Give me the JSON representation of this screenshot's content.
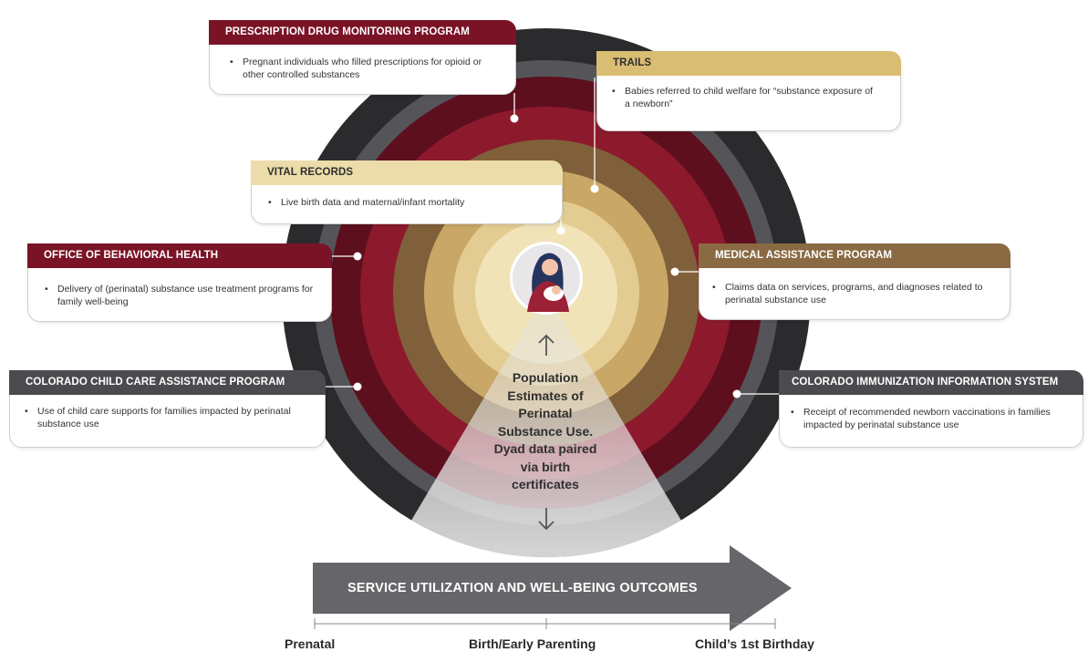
{
  "colors": {
    "ring_outer_dark": "#2b2b2e",
    "ring_gray": "#555559",
    "ring_maroon_dark": "#5e0f1e",
    "ring_red": "#8c1a2c",
    "ring_brown": "#80603a",
    "ring_tan": "#c9a766",
    "ring_light_tan": "#e3cc91",
    "ring_cream": "#f1e3b8",
    "header_dark_red": "#7a1326",
    "header_gray": "#4b4b4f",
    "header_tan": "#d9bd73",
    "header_brown": "#8a6a42",
    "header_light_tan": "#ecdcaa",
    "arrow_gray": "#66666a"
  },
  "cards": {
    "pdmp": {
      "title": "PRESCRIPTION DRUG MONITORING PROGRAM",
      "bullet": "Pregnant individuals who filled prescriptions for opioid or other controlled substances"
    },
    "trails": {
      "title": "TRAILS",
      "bullet": "Babies referred to child welfare for “substance exposure of a newborn”"
    },
    "vital": {
      "title": "VITAL RECORDS",
      "bullet": "Live birth data and maternal/infant mortality"
    },
    "obh": {
      "title": "OFFICE OF BEHAVIORAL HEALTH",
      "bullet": "Delivery of (perinatal) substance use treatment programs for family well-being"
    },
    "map": {
      "title": "MEDICAL ASSISTANCE PROGRAM",
      "bullet": "Claims data on services, programs, and diagnoses related to perinatal substance use"
    },
    "cccap": {
      "title": "COLORADO CHILD CARE ASSISTANCE PROGRAM",
      "bullet": "Use of child care supports for families impacted by perinatal substance use"
    },
    "ciis": {
      "title": "COLORADO IMMUNIZATION INFORMATION SYSTEM",
      "bullet": "Receipt of recommended newborn vaccinations in families impacted by perinatal substance use"
    }
  },
  "center": {
    "text": "Population Estimates of Perinatal Substance Use. Dyad data paired via birth certificates",
    "icon": "mother-with-infant-icon"
  },
  "outcome_arrow": {
    "label": "SERVICE UTILIZATION AND WELL-BEING OUTCOMES"
  },
  "timeline": {
    "prenatal": "Prenatal",
    "birth": "Birth/Early Parenting",
    "birthday": "Child’s 1st Birthday"
  }
}
